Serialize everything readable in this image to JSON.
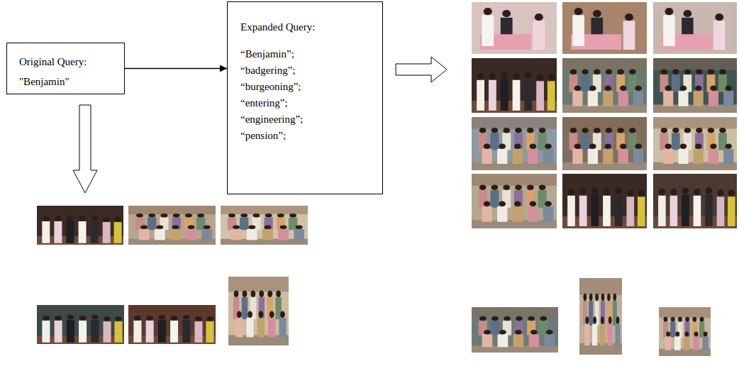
{
  "diagram": {
    "nodes": [
      {
        "text": [
          "Original Query:",
          "\"Benjamin\""
        ]
      },
      {
        "text": [
          "Expanded Query:",
          "“Benjamin”;",
          "“badgering”;",
          "“burgeoning”;",
          "“entering”;",
          "“engineering”;",
          "“pension”;"
        ]
      }
    ],
    "edges": [
      {
        "from": 0,
        "to": 1,
        "arrow": "to"
      }
    ]
  }
}
